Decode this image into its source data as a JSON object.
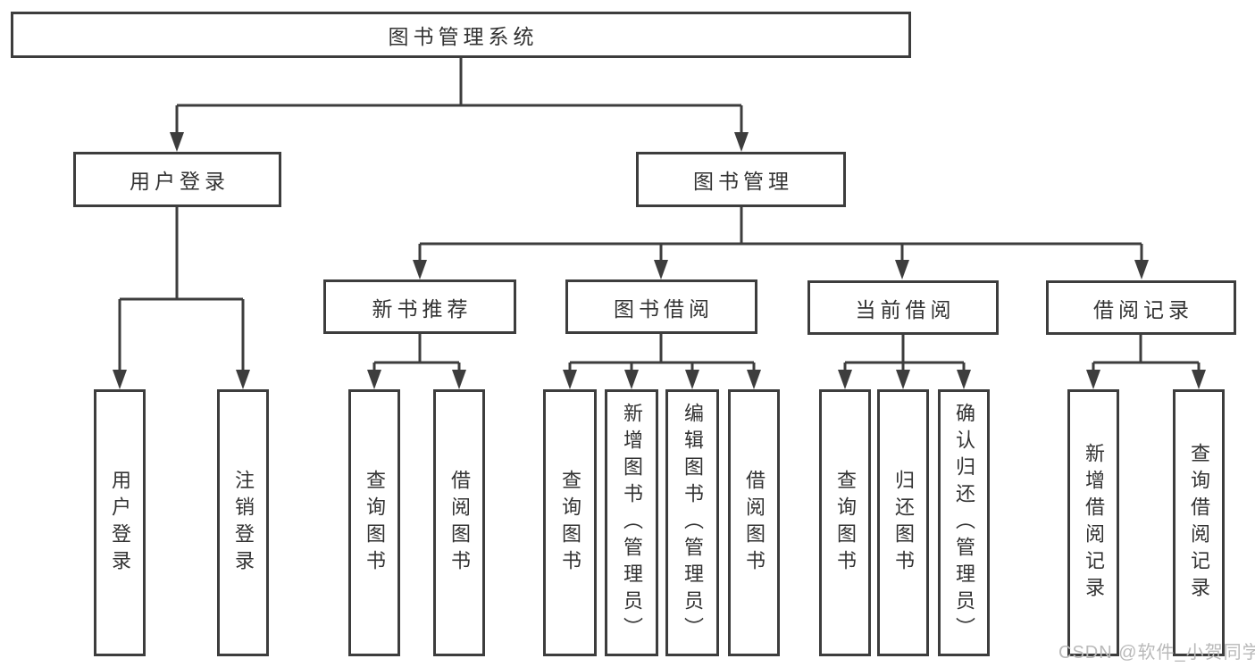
{
  "diagram": {
    "tree": {
      "label": "图书管理系统",
      "children": [
        {
          "label": "用户登录",
          "children": [
            {
              "label": "用户登录"
            },
            {
              "label": "注销登录"
            }
          ]
        },
        {
          "label": "图书管理",
          "children": [
            {
              "label": "新书推荐",
              "children": [
                {
                  "label": "查询图书"
                },
                {
                  "label": "借阅图书"
                }
              ]
            },
            {
              "label": "图书借阅",
              "children": [
                {
                  "label": "查询图书"
                },
                {
                  "label": "新增图书（管理员）"
                },
                {
                  "label": "编辑图书（管理员）"
                },
                {
                  "label": "借阅图书"
                }
              ]
            },
            {
              "label": "当前借阅",
              "children": [
                {
                  "label": "查询图书"
                },
                {
                  "label": "归还图书"
                },
                {
                  "label": "确认归还（管理员）"
                }
              ]
            },
            {
              "label": "借阅记录",
              "children": [
                {
                  "label": "新增借阅记录"
                },
                {
                  "label": "查询借阅记录"
                }
              ]
            }
          ]
        }
      ]
    },
    "watermark": "CSDN @软件_小贺同学",
    "colors": {
      "line": "#3d3d3d",
      "text": "#333333",
      "watermark": "#b9b9b9",
      "background": "#ffffff"
    }
  }
}
